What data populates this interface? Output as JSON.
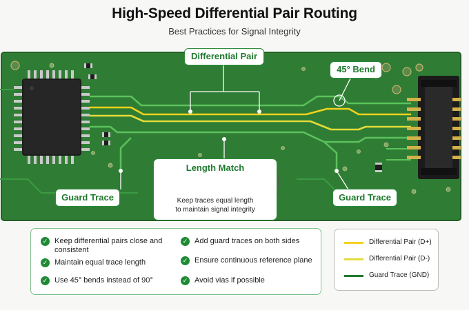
{
  "header": {
    "title": "High-Speed Differential Pair Routing",
    "subtitle": "Best Practices for Signal Integrity"
  },
  "callouts": {
    "differential_pair": "Differential Pair",
    "bend": "45° Bend",
    "guard_left": "Guard Trace",
    "guard_right": "Guard Trace",
    "length_match_title": "Length Match",
    "length_match_desc": "Keep traces equal length\nto maintain signal integrity"
  },
  "tips": [
    "Keep differential pairs close and consistent",
    "Maintain equal trace length",
    "Use 45° bends instead of 90°",
    "Add guard traces on both sides",
    "Ensure continuous reference plane",
    "Avoid vias if possible"
  ],
  "legend": [
    {
      "label": "Differential Pair (D+)",
      "color": "#f2d21b"
    },
    {
      "label": "Differential Pair (D-)",
      "color": "#e3dc3a"
    },
    {
      "label": "Guard Trace (GND)",
      "color": "#1f7a2e"
    }
  ],
  "colors": {
    "board": "#2f7d34",
    "trace_dp": "#f2d21b",
    "trace_guard": "#5cc25c",
    "accent": "#1f7a2e"
  },
  "icons": {
    "check": "check-circle-icon",
    "chip": "qfp-chip-icon",
    "connector": "connector-icon"
  }
}
